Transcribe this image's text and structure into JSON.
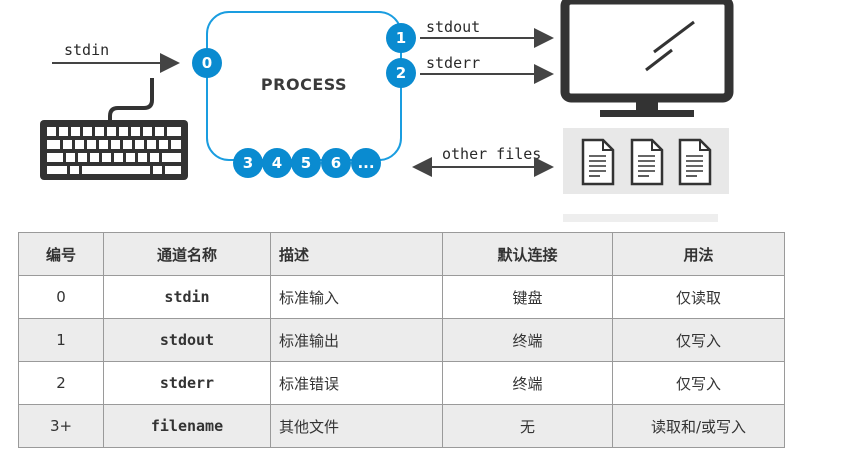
{
  "diagram": {
    "stdin_label": "stdin",
    "stdout_label": "stdout",
    "stderr_label": "stderr",
    "other_files_label": "other files",
    "process_label": "PROCESS",
    "fd_badges": [
      "0",
      "1",
      "2"
    ],
    "bottom_badges": [
      "3",
      "4",
      "5",
      "6",
      "..."
    ],
    "colors": {
      "badge": "#0a8bd0",
      "process_border": "#1a9de0",
      "device": "#333333",
      "files_bg": "#e8e8e8"
    }
  },
  "table": {
    "headers": [
      "编号",
      "通道名称",
      "描述",
      "默认连接",
      "用法"
    ],
    "rows": [
      {
        "num": "0",
        "name": "stdin",
        "desc": "标准输入",
        "conn": "键盘",
        "use": "仅读取"
      },
      {
        "num": "1",
        "name": "stdout",
        "desc": "标准输出",
        "conn": "终端",
        "use": "仅写入"
      },
      {
        "num": "2",
        "name": "stderr",
        "desc": "标准错误",
        "conn": "终端",
        "use": "仅写入"
      },
      {
        "num": "3+",
        "name": "filename",
        "desc": "其他文件",
        "conn": "无",
        "use": "读取和/或写入"
      }
    ]
  }
}
